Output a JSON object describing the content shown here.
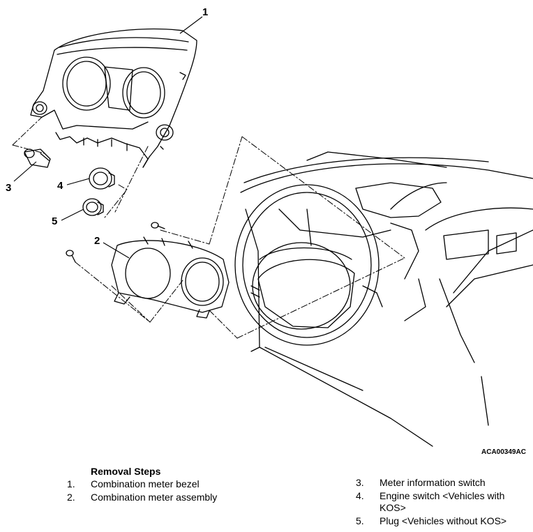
{
  "figure": {
    "code": "ACA00349AC",
    "callouts": [
      "1",
      "2",
      "3",
      "4",
      "5"
    ]
  },
  "removal": {
    "title": "Removal Steps",
    "left": [
      {
        "num": "1.",
        "text": "Combination meter bezel"
      },
      {
        "num": "2.",
        "text": "Combination meter assembly"
      }
    ],
    "right": [
      {
        "num": "3.",
        "text": "Meter information switch"
      },
      {
        "num": "4.",
        "text": "Engine switch <Vehicles with KOS>"
      },
      {
        "num": "5.",
        "text": "Plug <Vehicles without KOS>"
      }
    ]
  }
}
